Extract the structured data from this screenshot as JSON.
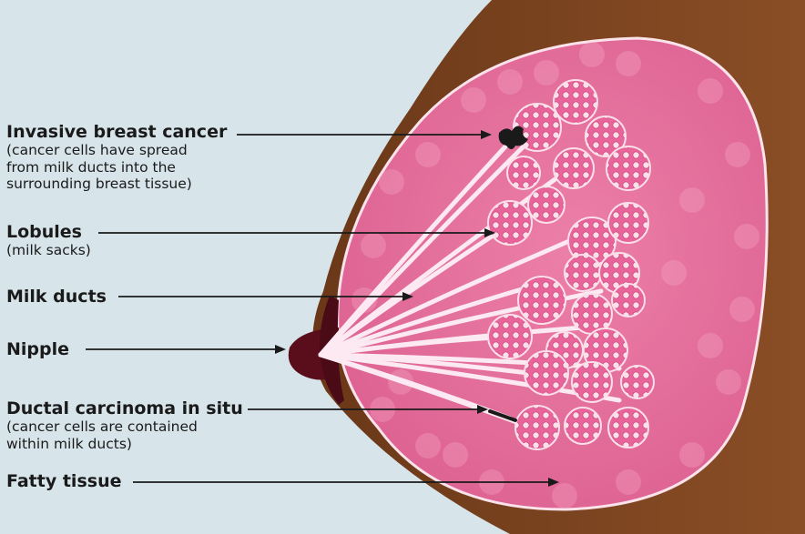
{
  "colors": {
    "background": "#d7e4ea",
    "skin": "#7a4320",
    "tissue": "#e26f9a",
    "lobule": "#e8649a",
    "duct": "#fde9f1",
    "nipple": "#5a0e1c",
    "cancer": "#1a1a1a",
    "arrow": "#1a1a1a"
  },
  "labels": [
    {
      "id": "invasive",
      "title": "Invasive breast cancer",
      "subtitle": "(cancer cells have spread\nfrom milk ducts into the\nsurrounding breast tissue)"
    },
    {
      "id": "lobules",
      "title": "Lobules",
      "subtitle": "(milk sacks)"
    },
    {
      "id": "ducts",
      "title": "Milk ducts",
      "subtitle": ""
    },
    {
      "id": "nipple",
      "title": "Nipple",
      "subtitle": ""
    },
    {
      "id": "dcis",
      "title": "Ductal carcinoma in situ",
      "subtitle": "(cancer cells are contained\nwithin milk ducts)"
    },
    {
      "id": "fatty",
      "title": "Fatty tissue",
      "subtitle": ""
    }
  ]
}
